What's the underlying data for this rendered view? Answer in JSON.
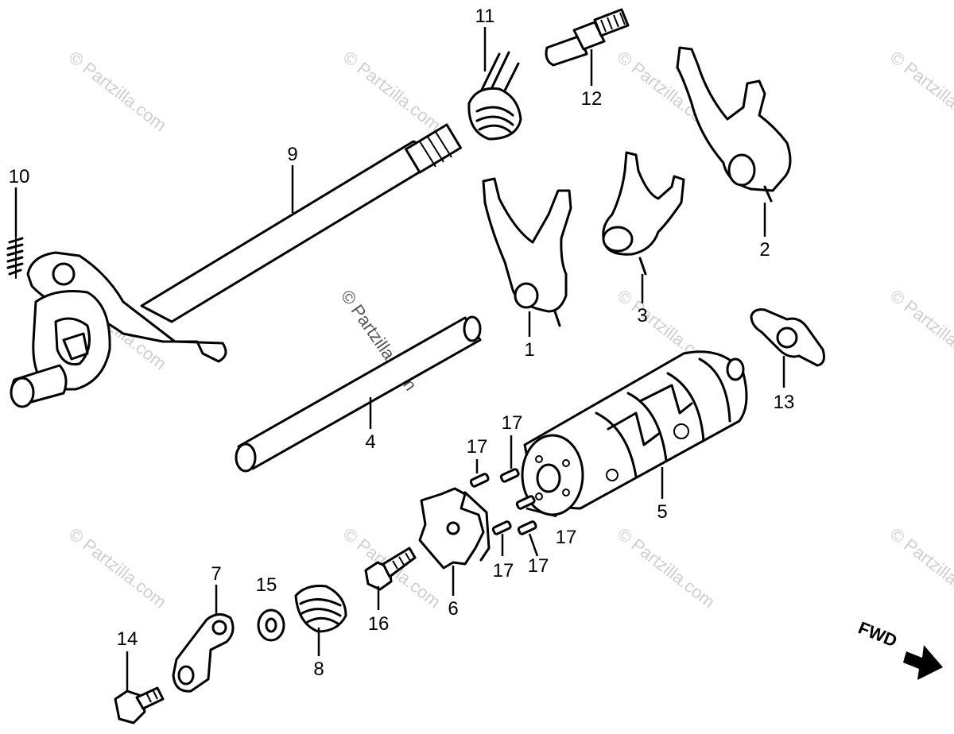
{
  "watermark": "© Partzilla.com",
  "callouts": {
    "c1": "1",
    "c2": "2",
    "c3": "3",
    "c4": "4",
    "c5": "5",
    "c6": "6",
    "c7": "7",
    "c8": "8",
    "c9": "9",
    "c10": "10",
    "c11": "11",
    "c12": "12",
    "c13": "13",
    "c14": "14",
    "c15": "15",
    "c16": "16",
    "c17a": "17",
    "c17b": "17",
    "c17c": "17",
    "c17d": "17",
    "c17e": "17"
  },
  "direction_label": "FWD"
}
